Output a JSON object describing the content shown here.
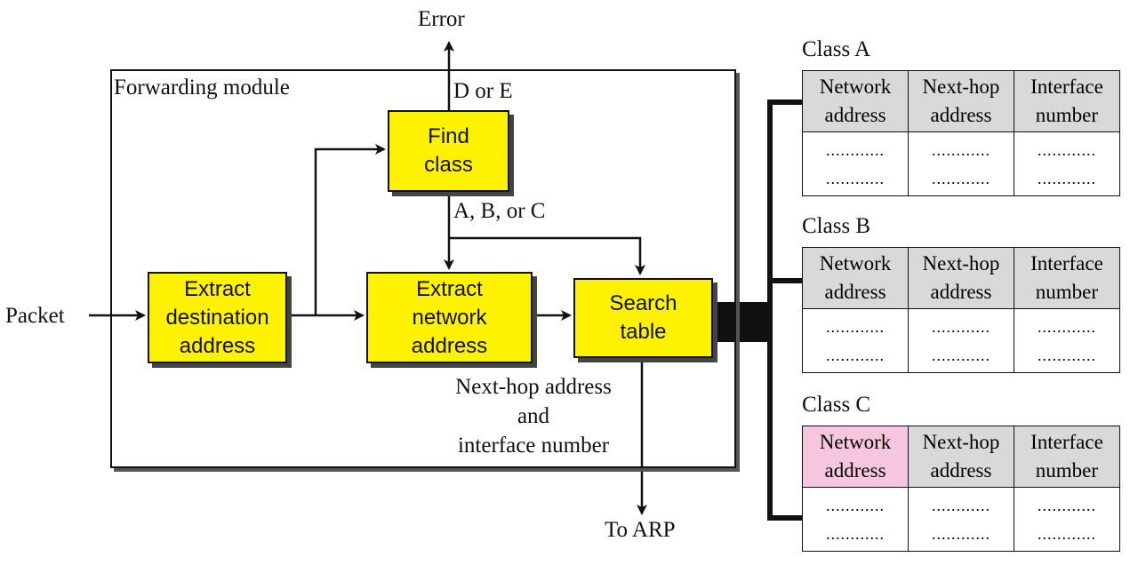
{
  "labels": {
    "error": "Error",
    "forwarding_module": "Forwarding module",
    "d_or_e": "D or E",
    "abc": "A, B, or C",
    "packet": "Packet",
    "next_hop_info": "Next-hop address\nand\ninterface number",
    "to_arp": "To ARP"
  },
  "boxes": {
    "find_class": "Find\nclass",
    "extract_destination": "Extract\ndestination\naddress",
    "extract_network": "Extract\nnetwork\naddress",
    "search_table": "Search\ntable"
  },
  "tables": [
    {
      "title": "Class A",
      "headers": [
        "Network\naddress",
        "Next-hop\naddress",
        "Interface\nnumber"
      ],
      "cells": [
        "............\n............",
        "............\n............",
        "............\n............"
      ]
    },
    {
      "title": "Class B",
      "headers": [
        "Network\naddress",
        "Next-hop\naddress",
        "Interface\nnumber"
      ],
      "cells": [
        "............\n............",
        "............\n............",
        "............\n............"
      ]
    },
    {
      "title": "Class C",
      "headers": [
        "Network\naddress",
        "Next-hop\naddress",
        "Interface\nnumber"
      ],
      "cells": [
        "............\n............",
        "............\n............",
        "............\n............"
      ]
    }
  ],
  "colors": {
    "box_fill": "#fff200",
    "header_fill": "#d9d9d9",
    "highlight_fill": "#f5c6dd"
  }
}
